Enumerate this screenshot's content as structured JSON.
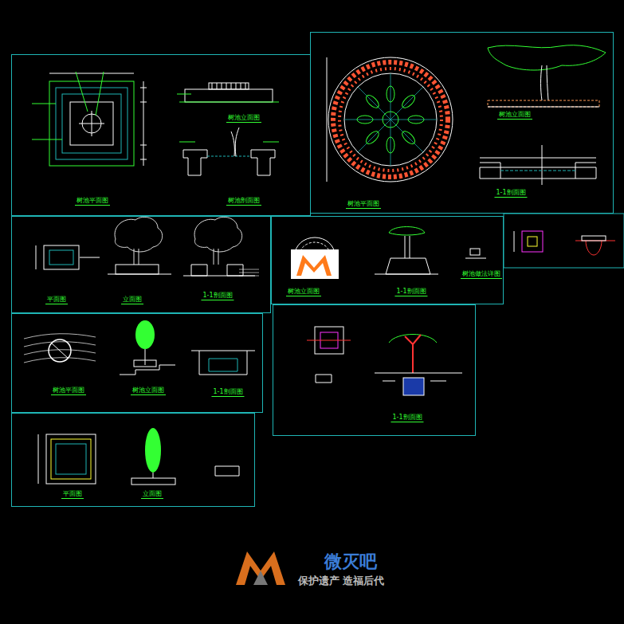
{
  "diagram": {
    "nodes": [
      {
        "text": [
          "树池平面图",
          "树池立面图",
          "树池剖面图"
        ]
      },
      {
        "text": [
          "树池平面图",
          "树池立面图",
          "1-1剖面图"
        ]
      },
      {
        "text": [
          "平面图",
          "立面图",
          "1-1剖面图"
        ]
      },
      {
        "text": [
          "树池立面图",
          "1-1剖面图",
          "树池做法详图"
        ]
      },
      {
        "text": [
          "树池平面图",
          "树池立面图",
          "1-1剖面图"
        ]
      },
      {
        "text": [
          "1-1剖面图"
        ]
      },
      {
        "text": [
          "平面图",
          "立面图"
        ]
      }
    ],
    "labels": [
      "微灭吧",
      "保护遗产 造福后代"
    ]
  }
}
